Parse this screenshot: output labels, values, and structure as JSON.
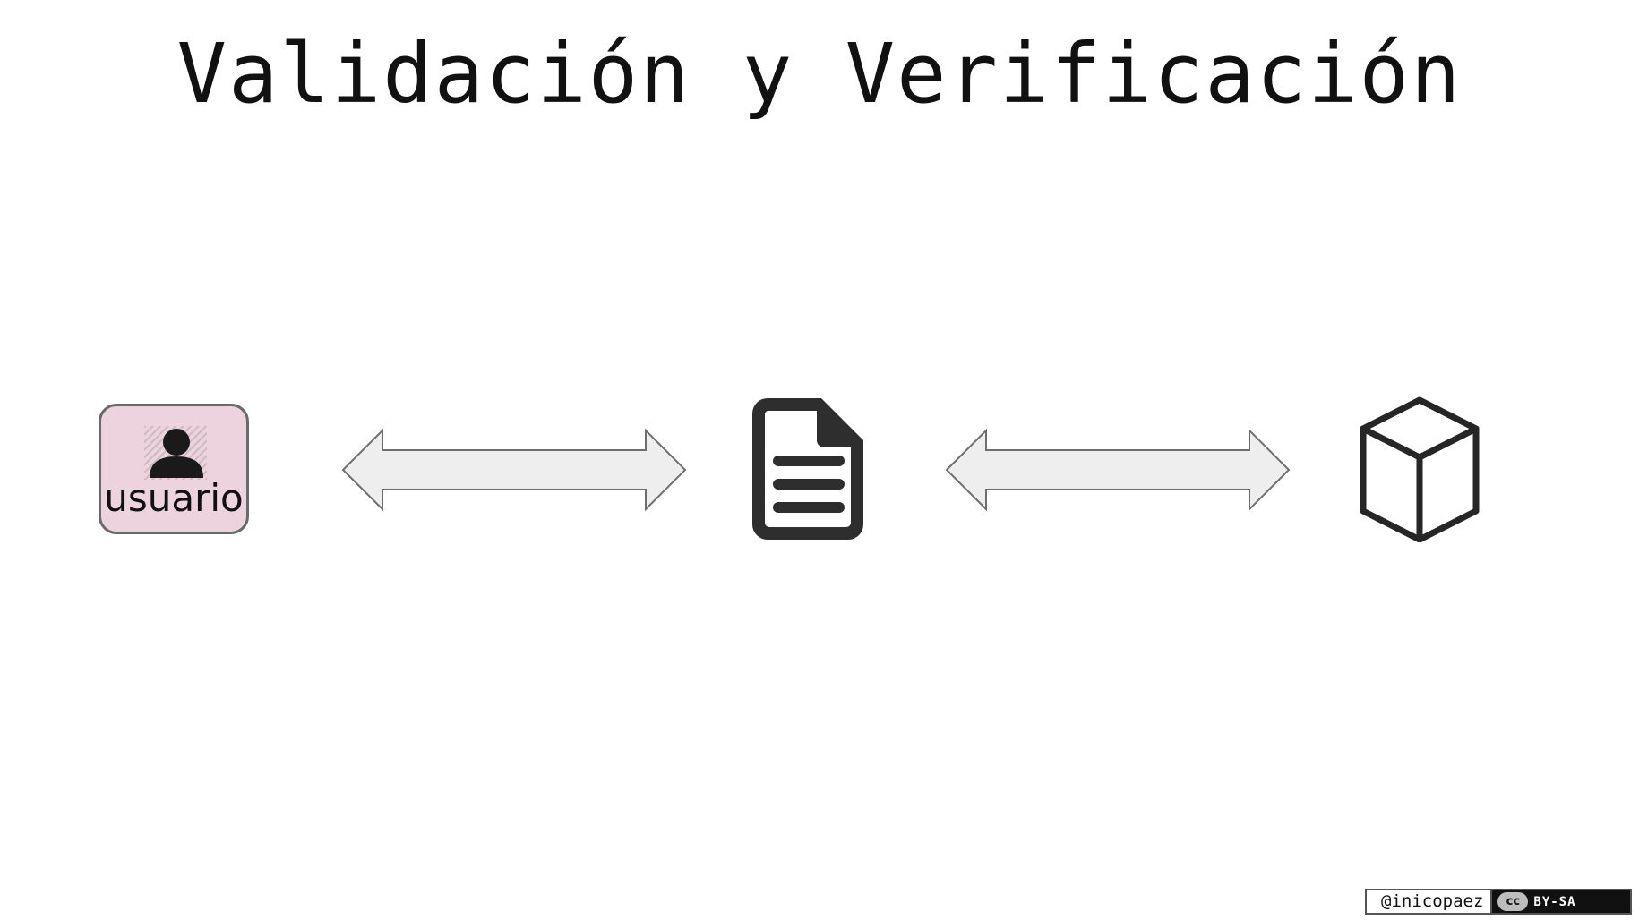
{
  "title": "Validación y Verificación",
  "diagram": {
    "user_label": "usuario"
  },
  "footer": {
    "author_handle": "@inicopaez",
    "license": "BY-SA",
    "license_badge": "cc"
  }
}
